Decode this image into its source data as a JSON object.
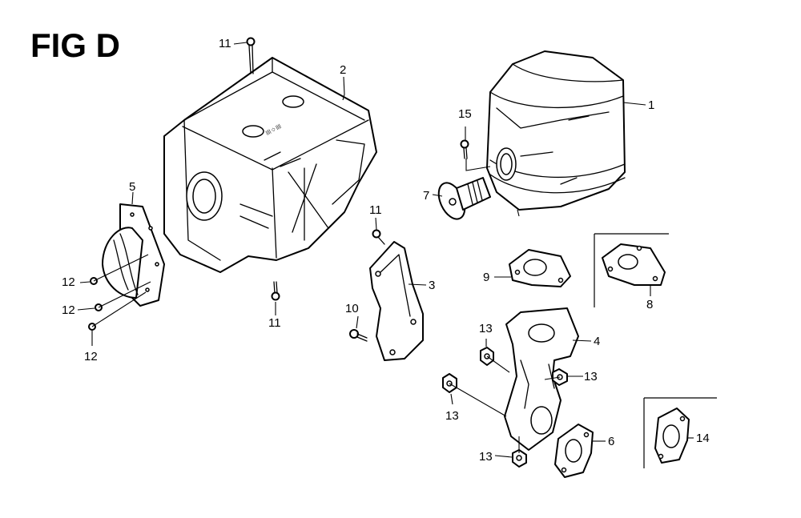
{
  "figure": {
    "title": "FIG D"
  },
  "callouts": [
    {
      "part": "1",
      "text": "1"
    },
    {
      "part": "2",
      "text": "2"
    },
    {
      "part": "3",
      "text": "3"
    },
    {
      "part": "4",
      "text": "4"
    },
    {
      "part": "5",
      "text": "5"
    },
    {
      "part": "6",
      "text": "6"
    },
    {
      "part": "7",
      "text": "7"
    },
    {
      "part": "8",
      "text": "8"
    },
    {
      "part": "9",
      "text": "9"
    },
    {
      "part": "10",
      "text": "10"
    },
    {
      "part": "11",
      "text": "11"
    },
    {
      "part": "11",
      "text": "11"
    },
    {
      "part": "11",
      "text": "11"
    },
    {
      "part": "12",
      "text": "12"
    },
    {
      "part": "12",
      "text": "12"
    },
    {
      "part": "12",
      "text": "12"
    },
    {
      "part": "13",
      "text": "13"
    },
    {
      "part": "13",
      "text": "13"
    },
    {
      "part": "13",
      "text": "13"
    },
    {
      "part": "13",
      "text": "13"
    },
    {
      "part": "14",
      "text": "14"
    },
    {
      "part": "15",
      "text": "15"
    }
  ]
}
